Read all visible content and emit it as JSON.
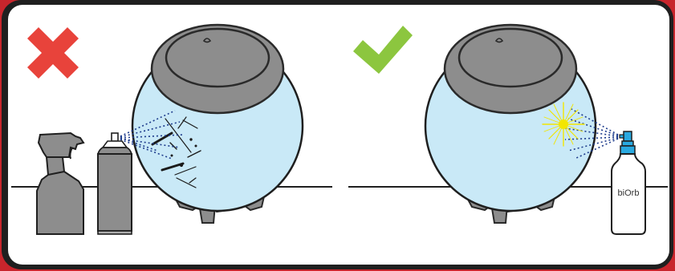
{
  "panels": [
    {
      "id": "wrong",
      "verdict": "cross",
      "verdict_icon": "cross-icon",
      "verdict_color": "#e8433b",
      "products": [
        "trigger-spray-bottle",
        "aerosol-can"
      ],
      "result": "scratched-glass"
    },
    {
      "id": "right",
      "verdict": "check",
      "verdict_icon": "checkmark-icon",
      "verdict_color": "#8cc63f",
      "products": [
        "biorb-pump-spray"
      ],
      "result": "sparkling-clean-glass"
    }
  ],
  "colors": {
    "frame_outer": "#c8252c",
    "frame_inner": "#1f1f1f",
    "card": "#ffffff",
    "glass": "#c9e9f7",
    "lid": "#8d8d8d",
    "lid_stroke": "#2a2a2a",
    "spray": "#1d3b8c",
    "sparkle": "#f2e600",
    "pump_cap": "#29a9e0"
  },
  "biorb_bottle": {
    "brand_label": "biOrb"
  }
}
